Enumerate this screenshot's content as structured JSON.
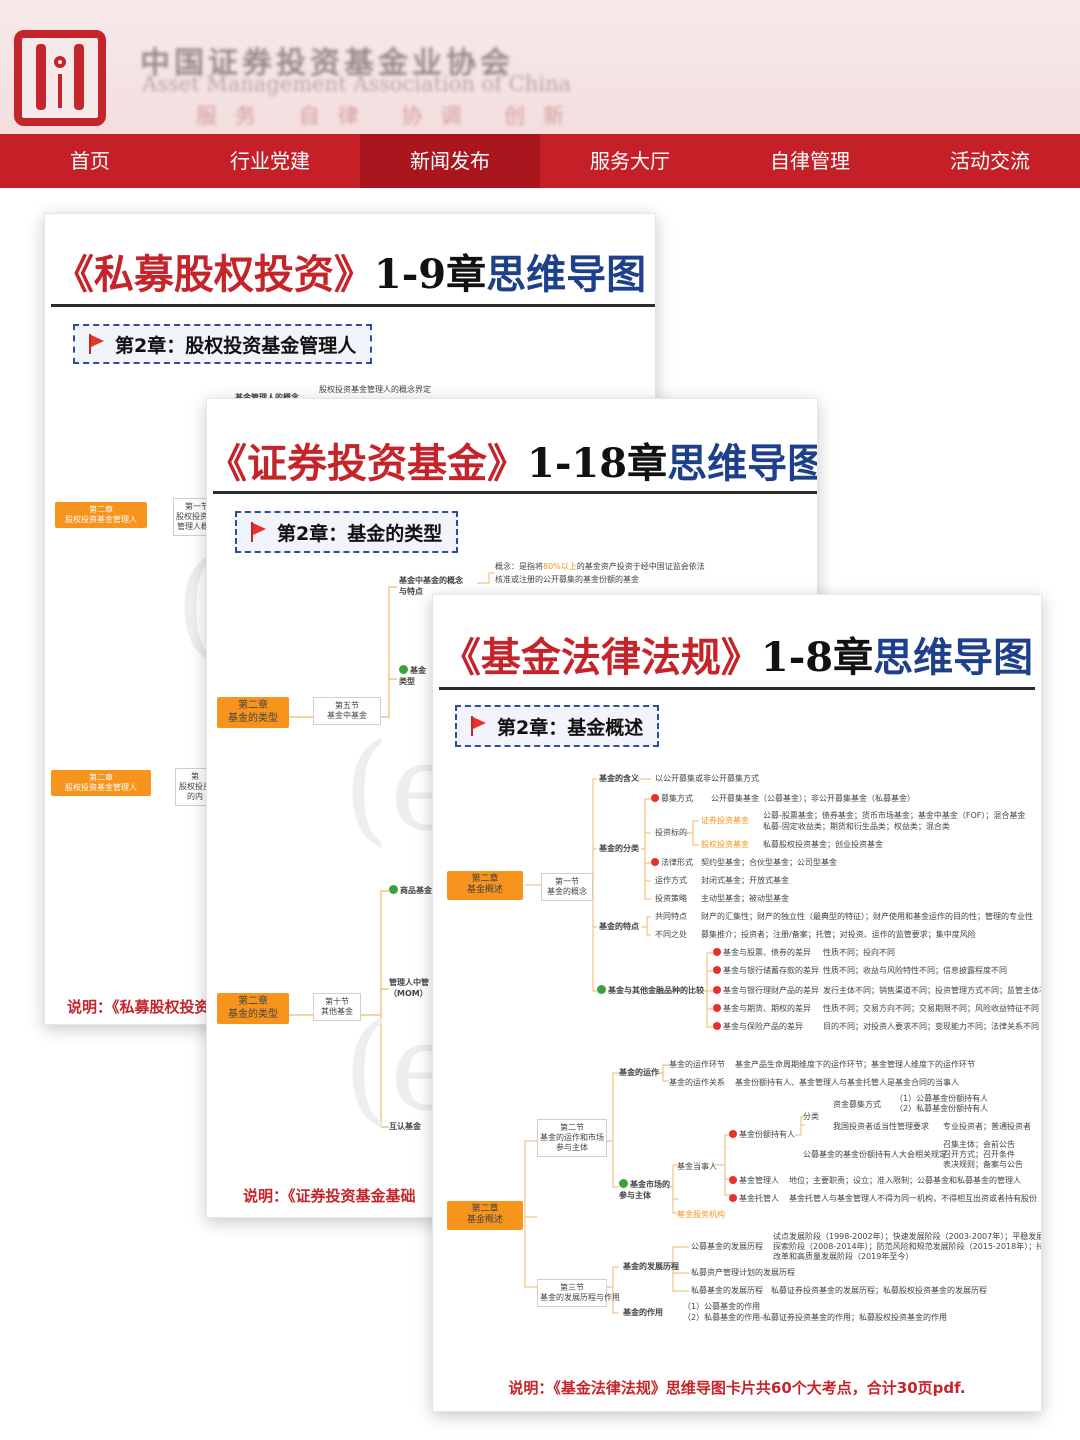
{
  "header": {
    "org_name": "中国证券投资基金业协会",
    "org_name_en": "Asset Management Association of China",
    "slogan": "服务 自律 协调 创新"
  },
  "nav": {
    "items": [
      {
        "label": "首页"
      },
      {
        "label": "行业党建"
      },
      {
        "label": "新闻发布",
        "active": true
      },
      {
        "label": "服务大厅"
      },
      {
        "label": "自律管理"
      },
      {
        "label": "活动交流"
      }
    ]
  },
  "colors": {
    "brand_red": "#c51f27",
    "orange": "#f7941d",
    "navy": "#1e3f8a"
  },
  "card1": {
    "title_a": "《私募股权投资》",
    "title_b": "1-9章",
    "title_c": "思维导图",
    "chapter": "第2章：股权投资基金管理人",
    "root1": "第二章\n股权投资基金管理人",
    "node1": "第一节\n股权投资基金\n管理人概述",
    "root2": "第二章\n股权投资基金管理人",
    "node2": "第\n股权投资\n的内",
    "top_label": "基金管理人的概念",
    "top_text": "股权投资基金管理人的概念界定",
    "note": "说明：《私募股权投资"
  },
  "card2": {
    "title_a": "《证券投资基金》",
    "title_b": "1-18章",
    "title_c": "思维导图",
    "chapter": "第2章：基金的类型",
    "root1": "第二章\n基金的类型",
    "node1": "第五节\n基金中基金",
    "concept_label": "基金中基金的概念\n与特点",
    "concept_text_1": "概念：是指将",
    "concept_text_hl": "80%以上",
    "concept_text_2": "的基金资产投资于经中国证监会依法",
    "concept_text_3": "核准或注册的公开募集的基金份额的基金",
    "type_label": "基金\n类型",
    "root2": "第二章\n基金的类型",
    "node2": "第十节\n其他基金",
    "commodity": "商品基金",
    "mom": "管理人中管\n（MOM）",
    "mutual": "互认基金",
    "note": "说明：《证券投资基金基础"
  },
  "card3": {
    "title_a": "《基金法律法规》",
    "title_b": "1-8章",
    "title_c": "思维导图",
    "chapter": "第2章：基金概述",
    "note": "说明：《基金法律法规》思维导图卡片共60个大考点，合计30页pdf.",
    "root_top": "第二章\n基金概述",
    "sec1": "第一节\n基金的概念",
    "b_meaning": "基金的含义",
    "t_meaning": "以公开募集或非公开募集方式",
    "b_class": "基金的分类",
    "c_raise": "募集方式",
    "c_raise_t": "公开募集基金（公募基金）；非公开募集基金（私募基金）",
    "c_target": "投资标的",
    "c_sec": "证券投资基金",
    "c_sec_t1": "公募-股票基金；债券基金；货币市场基金；基金中基金（FOF）；混合基金",
    "c_sec_t2": "私募-固定收益类；期货和衍生品类；权益类；混合类",
    "c_eq": "股权投资基金",
    "c_eq_t": "私募股权投资基金；创业投资基金",
    "c_law": "法律形式",
    "c_law_t": "契约型基金；合伙型基金；公司型基金",
    "c_op": "运作方式",
    "c_op_t": "封闭式基金；开放式基金",
    "c_strat": "投资策略",
    "c_strat_t": "主动型基金；被动型基金",
    "b_feat": "基金的特点",
    "f_common": "共同特点",
    "f_common_t": "财产的汇集性；财产的独立性（最典型的特征）；财产使用和基金运作的目的性；管理的专业性",
    "f_diff": "不同之处",
    "f_diff_t": "募集推介；投资者；注册/备案；托管；对投资、运作的监管要求；集中度风险",
    "b_cmp": "基金与其他金融品种的比较",
    "cmp1": "基金与股票、债券的差异",
    "cmp1_t": "性质不同；投向不同",
    "cmp2": "基金与银行储蓄存款的差异",
    "cmp2_t": "性质不同；收益与风险特性不同；信息披露程度不同",
    "cmp3": "基金与银行理财产品的差异",
    "cmp3_t": "发行主体不同；销售渠道不同；投资管理方式不同；监管主体不同",
    "cmp4": "基金与期货、期权的差异",
    "cmp4_t": "性质不同；交易方向不同；交易期限不同；风险收益特征不同",
    "cmp5": "基金与保险产品的差异",
    "cmp5_t": "目的不同；对投资人要求不同；变现能力不同；法律关系不同",
    "root_bottom": "第二章\n基金概述",
    "sec2": "第二节\n基金的运作和市场\n参与主体",
    "b_op": "基金的运作",
    "op1": "基金的运作环节",
    "op1_t": "基金产品生命周期维度下的运作环节；基金管理人维度下的运作环节",
    "op2": "基金的运作关系",
    "op2_t": "基金份额持有人、基金管理人与基金托管人是基金合同的当事人",
    "b_market": "基金市场的\n参与主体",
    "m_party": "基金当事人",
    "m_holder": "基金份额持有人",
    "m_cls": "分类",
    "m_cls_a": "资金募集方式",
    "m_cls_a1": "（1）公募基金份额持有人",
    "m_cls_a2": "（2）私募基金份额持有人",
    "m_cls_b": "我国投资者适当性管理要求",
    "m_cls_b_t": "专业投资者；普通投资者",
    "m_meet": "公募基金的基金份额持有人大会相关规定",
    "m_meet_t1": "召集主体；会前公告",
    "m_meet_t2": "召开方式；召开条件",
    "m_meet_t3": "表决规则；备案与公告",
    "m_mgr": "基金管理人",
    "m_mgr_t": "地位；主要职责；设立；准入限制；公募基金和私募基金的管理人",
    "m_cust": "基金托管人",
    "m_cust_t": "基金托管人与基金管理人不得为同一机构，不得相互出资或者持有股份",
    "m_svc": "基金服务机构",
    "sec3": "第三节\n基金的发展历程与作用",
    "b_hist": "基金的发展历程",
    "h_pub": "公募基金的发展历程",
    "h_pub_t1": "试点发展阶段（1998-2002年）；快速发展阶段（2003-2007年）；平稳发展及创新",
    "h_pub_t2": "探索阶段（2008-2014年）；防范风险和规范发展阶段（2015-2018年）；持续深化",
    "h_pub_t3": "改革和高质量发展阶段（2019年至今）",
    "h_am": "私募资产管理计划的发展历程",
    "h_pri": "私募基金的发展历程",
    "h_pri_t": "私募证券投资基金的发展历程；私募股权投资基金的发展历程",
    "b_role": "基金的作用",
    "r1": "（1）公募基金的作用",
    "r2": "（2）私募基金的作用-私募证券投资基金的作用；私募股权投资基金的作用"
  }
}
